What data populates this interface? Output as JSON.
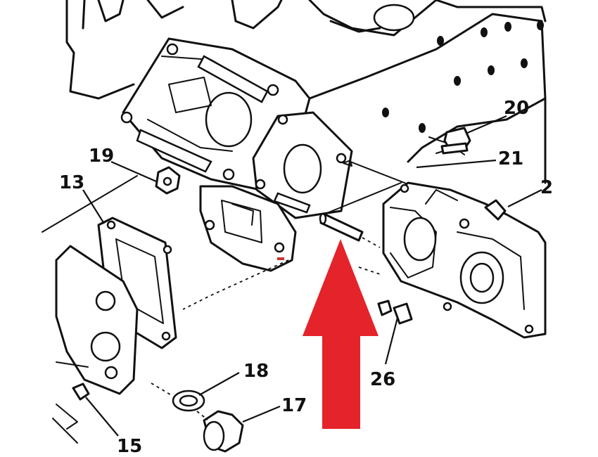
{
  "diagram": {
    "callouts": [
      {
        "id": "13",
        "text": "13"
      },
      {
        "id": "15",
        "text": "15"
      },
      {
        "id": "17",
        "text": "17"
      },
      {
        "id": "18",
        "text": "18"
      },
      {
        "id": "19",
        "text": "19"
      },
      {
        "id": "20",
        "text": "20"
      },
      {
        "id": "21",
        "text": "21"
      },
      {
        "id": "22",
        "text": "2"
      },
      {
        "id": "26",
        "text": "26"
      }
    ],
    "arrow": {
      "color": "#e5232a",
      "direction": "up"
    }
  }
}
